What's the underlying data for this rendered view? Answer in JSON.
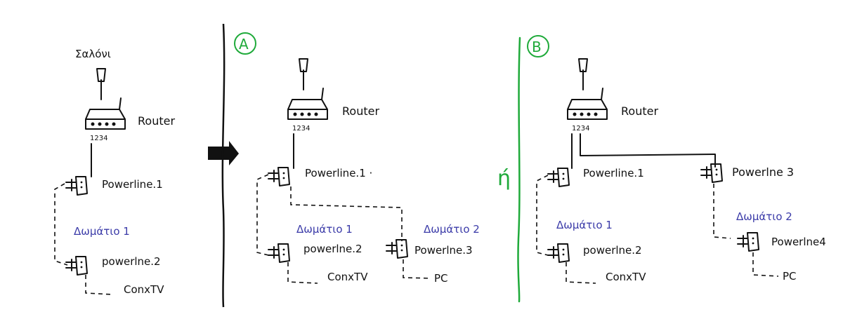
{
  "panel0": {
    "room_label": "Σαλόνι",
    "router_label": "Router",
    "router_ports": "1234",
    "pl1_label": "Powerline.1",
    "room1_label": "Δωμάτιο 1",
    "pl2_label": "powerlne.2",
    "tv_label": "ConxTV"
  },
  "panelA": {
    "marker": "A",
    "router_label": "Router",
    "router_ports": "1234",
    "pl1_label": "Powerline.1 ·",
    "room1_label": "Δωμάτιο 1",
    "room2_label": "Δωμάτιο 2",
    "pl2_label": "powerlne.2",
    "pl3_label": "Powerlne.3",
    "tv_label": "ConxTV",
    "pc_label": "PC"
  },
  "or_label": "ή",
  "panelB": {
    "marker": "B",
    "router_label": "Router",
    "router_ports": "1234",
    "pl1_label": "Powerline.1",
    "pl3_label": "Powerlne 3",
    "room1_label": "Δωμάτιο 1",
    "room2_label": "Δωμάτιο 2",
    "pl2_label": "powerlne.2",
    "pl4_label": "Powerlne4",
    "tv_label": "ConxTV",
    "pc_label": "PC"
  },
  "colors": {
    "ink": "#111111",
    "room_text": "#3a3aa8",
    "divider_green": "#1faa3a"
  },
  "icons": [
    "antenna-icon",
    "router-icon",
    "powerline-plug-icon",
    "arrow-right-icon"
  ]
}
